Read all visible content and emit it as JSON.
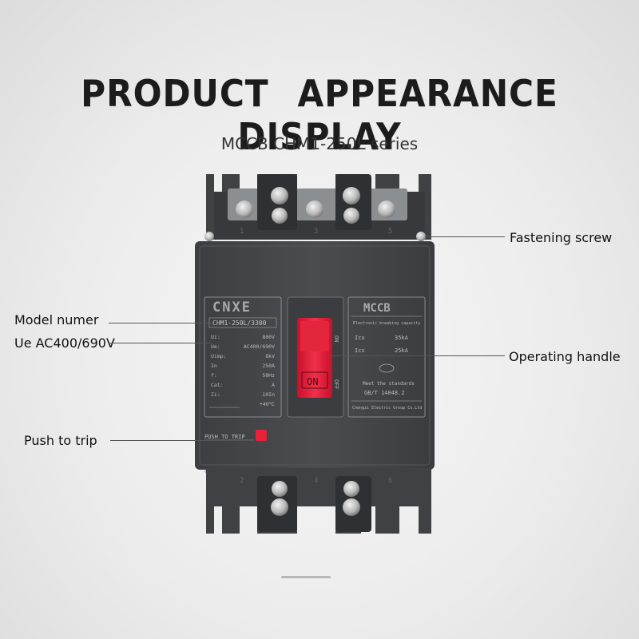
{
  "header": {
    "title": "PRODUCT   APPEARANCE   DISPLAY",
    "subtitle": "MCCB CHM1-250L  series"
  },
  "callouts": {
    "fastening_screw": "Fastening screw",
    "model_number": "Model numer",
    "ue_rating": "Ue AC400/690V",
    "operating_handle": "Operating handle",
    "push_to_trip": "Push to trip"
  },
  "device": {
    "terminal_numbers_top": [
      "1",
      "3",
      "5"
    ],
    "terminal_numbers_bottom": [
      "2",
      "4",
      "6"
    ],
    "brand": "CNXE",
    "model": "CHM1-250L/3300",
    "specs": [
      {
        "label": "Ui:",
        "value": "800V"
      },
      {
        "label": "Ue:",
        "value": "AC400/690V"
      },
      {
        "label": "Uimp:",
        "value": "8kV"
      },
      {
        "label": "In",
        "value": "250A"
      },
      {
        "label": "f:",
        "value": "50Hz"
      },
      {
        "label": "Cat:",
        "value": "A"
      },
      {
        "label": "Ii:",
        "value": "10In"
      },
      {
        "label": "",
        "value": "+40℃"
      }
    ],
    "handle_on_label": "ON",
    "handle_side_on": "ON",
    "handle_side_off": "OFF",
    "right_panel_title": "MCCB",
    "right_panel_desc": "Electronic breaking capacity",
    "icu_label": "Icu",
    "icu_value": "35kA",
    "ics_label": "Ics",
    "ics_value": "25kA",
    "standards_label": "Meet the standards",
    "standard_code": "GB/T 14048.2",
    "manufacturer": "Chengzi Electric Group Co.Ltd",
    "push_to_trip_label": "PUSH TO TRIP"
  },
  "colors": {
    "body": "#46484b",
    "handle": "#e8213a",
    "text": "#1c1c1c"
  }
}
